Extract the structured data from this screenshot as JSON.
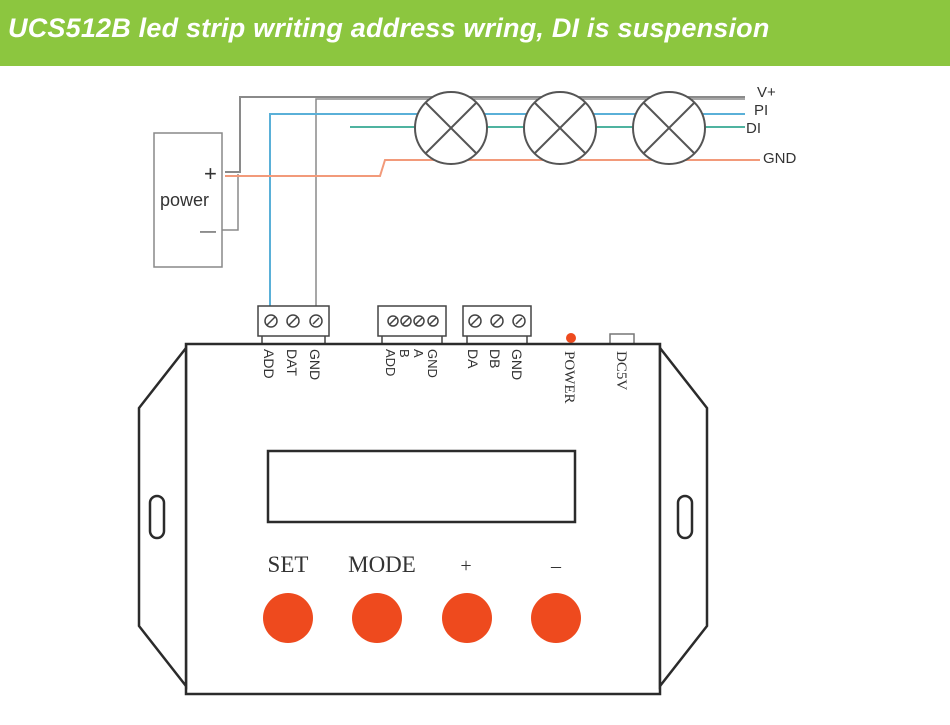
{
  "banner": {
    "title": "UCS512B led strip writing address wring, DI is suspension",
    "bg_color": "#8cc63f"
  },
  "power_supply": {
    "plus": "+",
    "label": "power",
    "minus": "—"
  },
  "strip_lines": {
    "vplus": "V+",
    "pi": "PI",
    "di": "DI",
    "gnd": "GND"
  },
  "controller": {
    "terminal_left": [
      "ADD",
      "DAT",
      "GND"
    ],
    "terminal_middle": [
      "ADD",
      "B",
      "A",
      "GND"
    ],
    "terminal_right": [
      "DA",
      "DB",
      "GND"
    ],
    "power_led": "POWER",
    "dc_jack": "DC5V",
    "buttons": [
      "SET",
      "MODE",
      "+",
      "–"
    ]
  },
  "colors": {
    "wire_gray": "#8a8a8a",
    "wire_blue": "#5ab0d8",
    "wire_teal": "#4fb3a0",
    "wire_orange": "#f29a7a",
    "button_red": "#ee4a1e",
    "outline": "#2b2b2b"
  }
}
